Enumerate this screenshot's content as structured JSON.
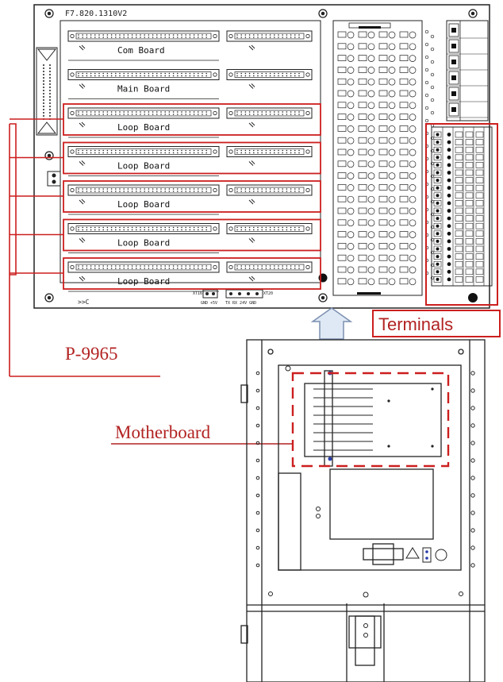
{
  "motherboard_drawing": {
    "part_number": "F7.820.1310V2",
    "connector_labels": [
      "XT16",
      "XT20"
    ],
    "connector_pin_labels": [
      "GND +5V",
      "TX RX 24V GND"
    ],
    "footer_mark": ">>C",
    "boards": [
      {
        "label": "Com Board",
        "highlighted": false
      },
      {
        "label": "Main Board",
        "highlighted": false
      },
      {
        "label": "Loop Board",
        "highlighted": true
      },
      {
        "label": "Loop Board",
        "highlighted": true
      },
      {
        "label": "Loop Board",
        "highlighted": true
      },
      {
        "label": "Loop Board",
        "highlighted": true
      },
      {
        "label": "Loop Board",
        "highlighted": true
      }
    ]
  },
  "callouts": {
    "part_label": "P-9965",
    "terminals_label": "Terminals",
    "motherboard_label": "Motherboard"
  },
  "colors": {
    "highlight": "#cc1f1f",
    "callout_text": "#b22222",
    "line_art": "#222222",
    "arrow_fill": "#dfe9f5",
    "arrow_stroke": "#7b8fb0"
  }
}
